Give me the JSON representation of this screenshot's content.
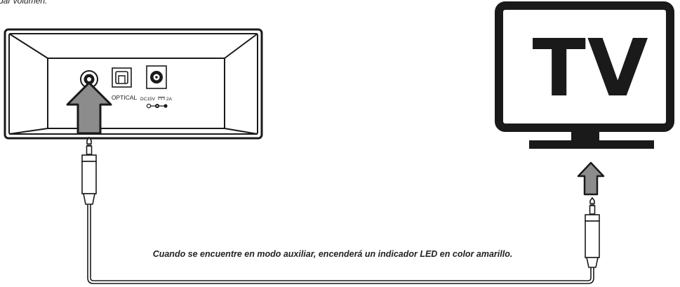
{
  "top_caption": "dar volumen.",
  "device": {
    "optical_label": "OPTICAL",
    "power_label": "DC15V",
    "power_rating": "2A"
  },
  "tv": {
    "label": "TV"
  },
  "caption": "Cuando se encuentre en modo auxiliar, encenderá un  indicador LED en color amarillo.",
  "colors": {
    "stroke": "#1a1a1a",
    "arrow_fill": "#8c8c8c",
    "background": "#ffffff"
  },
  "icons": [
    "aux-jack-icon",
    "optical-port-icon",
    "dc-power-port-icon",
    "polarity-icon",
    "audio-plug-icon",
    "up-arrow-icon"
  ]
}
